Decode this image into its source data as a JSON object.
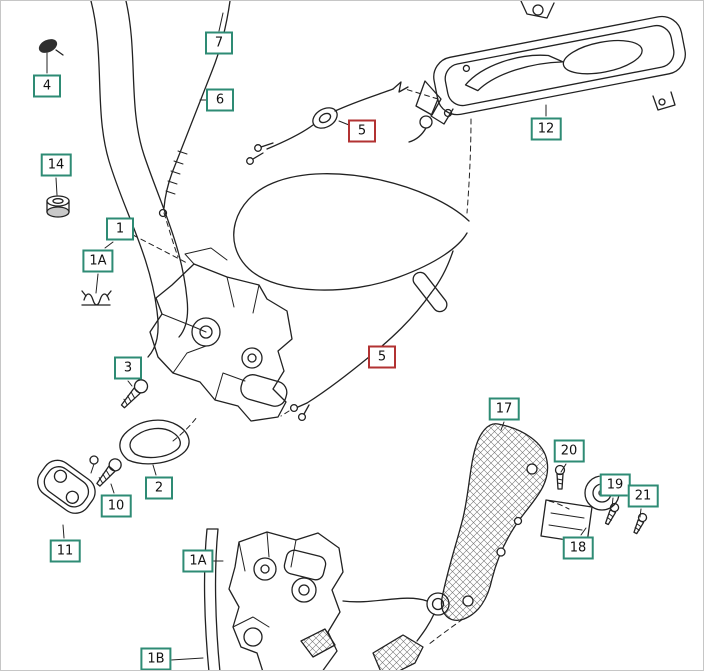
{
  "colors": {
    "page-bg": "#ffffff",
    "callout-green": "#2e8b74",
    "callout-red": "#b23232",
    "line": "#222222"
  },
  "callouts": [
    {
      "label": "4",
      "variant": "green"
    },
    {
      "label": "7",
      "variant": "green"
    },
    {
      "label": "6",
      "variant": "green"
    },
    {
      "label": "14",
      "variant": "green"
    },
    {
      "label": "1",
      "variant": "green"
    },
    {
      "label": "1A",
      "variant": "green"
    },
    {
      "label": "3",
      "variant": "green"
    },
    {
      "label": "2",
      "variant": "green"
    },
    {
      "label": "10",
      "variant": "green"
    },
    {
      "label": "11",
      "variant": "green"
    },
    {
      "label": "5",
      "variant": "red"
    },
    {
      "label": "5",
      "variant": "red"
    },
    {
      "label": "12",
      "variant": "green"
    },
    {
      "label": "17",
      "variant": "green"
    },
    {
      "label": "20",
      "variant": "green"
    },
    {
      "label": "19",
      "variant": "green"
    },
    {
      "label": "21",
      "variant": "green"
    },
    {
      "label": "18",
      "variant": "green"
    },
    {
      "label": "1A",
      "variant": "green"
    },
    {
      "label": "1B",
      "variant": "green"
    }
  ]
}
